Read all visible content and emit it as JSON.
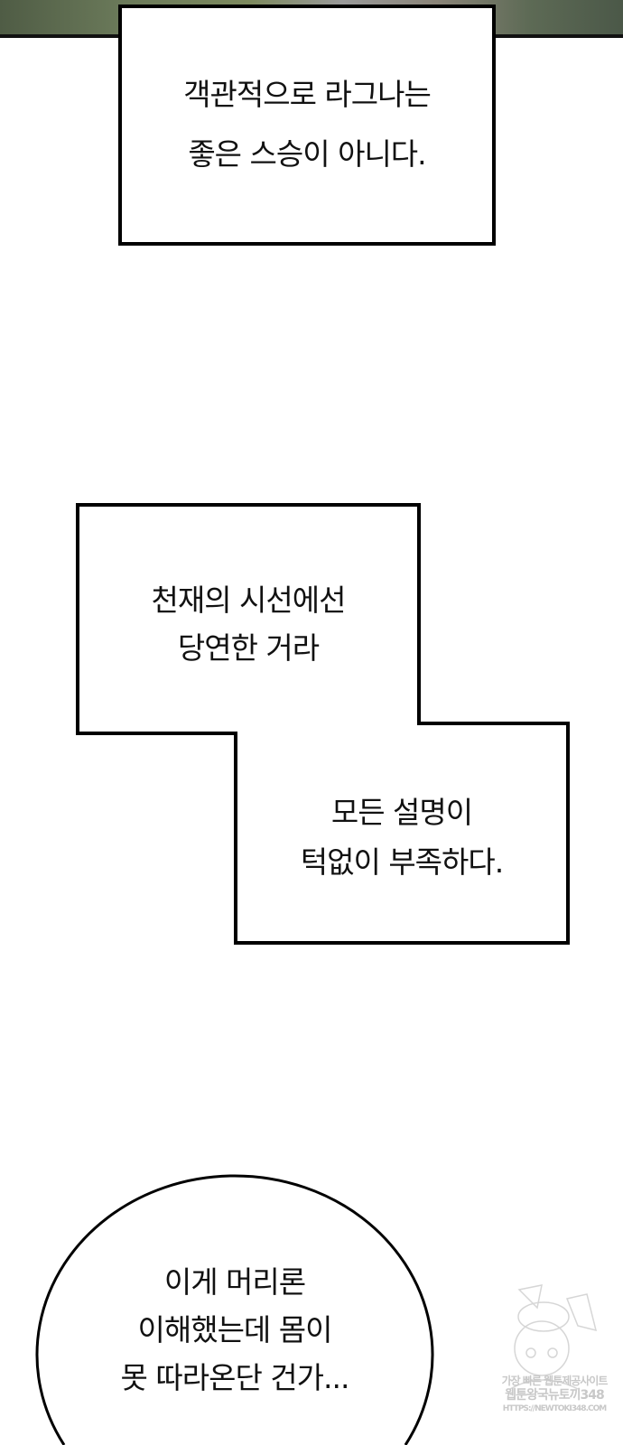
{
  "panel_top": {
    "description_free": true
  },
  "caption_1": {
    "lines": [
      "객관적으로 라그나는",
      "좋은 스승이 아니다."
    ]
  },
  "caption_2": {
    "lines": [
      "천재의 시선에선",
      "당연한 거라"
    ]
  },
  "caption_3": {
    "lines": [
      "모든 설명이",
      "턱없이 부족하다."
    ]
  },
  "speech_bubble": {
    "lines": [
      "이게 머리론",
      "이해했는데 몸이",
      "못 따라온단 건가..."
    ]
  },
  "watermark": {
    "lines": [
      "가장 빠른 웹툰제공사이트",
      "웹툰왕국뉴토끼348",
      "HTTPS://NEWTOKI348.COM"
    ]
  }
}
